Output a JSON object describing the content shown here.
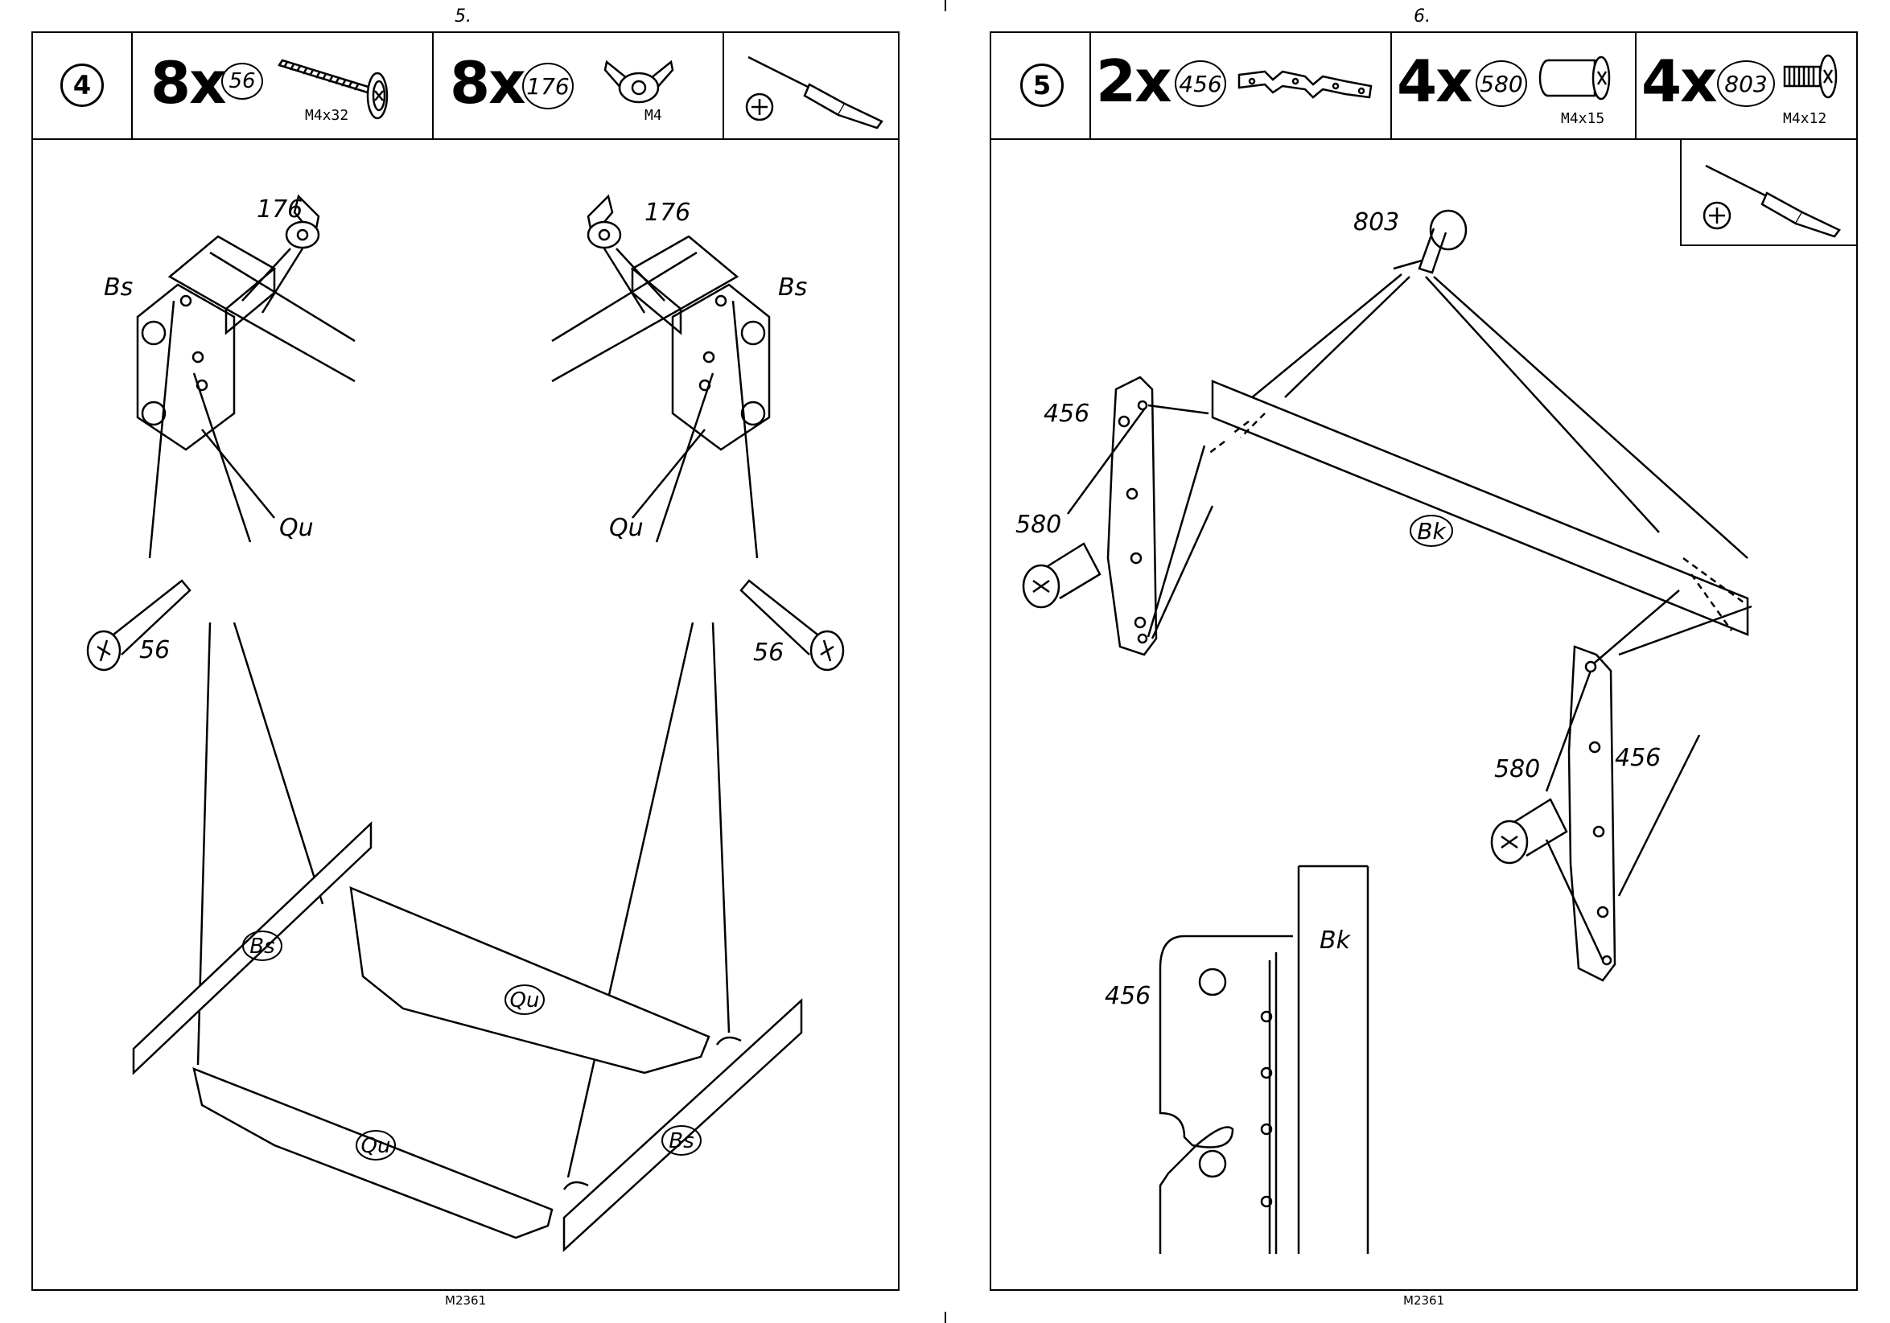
{
  "left": {
    "page_number": "5.",
    "step": "4",
    "parts": [
      {
        "qty": "8x",
        "id": "56",
        "spec": "M4x32"
      },
      {
        "qty": "8x",
        "id": "176",
        "spec": "M4"
      }
    ],
    "labels": {
      "wingnut_l": "176",
      "wingnut_r": "176",
      "bs_l": "Bs",
      "bs_r": "Bs",
      "qu_l": "Qu",
      "qu_r": "Qu",
      "bolt_l": "56",
      "bolt_r": "56",
      "bs_panel_back": "Bs",
      "bs_panel_front": "Bs",
      "qu_panel_back": "Qu",
      "qu_panel_front": "Qu"
    },
    "footer": "M2361"
  },
  "right": {
    "page_number": "6.",
    "step": "5",
    "parts": [
      {
        "qty": "2x",
        "id": "456",
        "spec": ""
      },
      {
        "qty": "4x",
        "id": "580",
        "spec": "M4x15"
      },
      {
        "qty": "4x",
        "id": "803",
        "spec": "M4x12"
      }
    ],
    "labels": {
      "screw_803": "803",
      "bracket_456_top": "456",
      "bolt_580_left": "580",
      "panel_bk": "Bk",
      "bolt_580_right": "580",
      "bracket_456_right": "456",
      "detail_456": "456",
      "detail_bk": "Bk"
    },
    "footer": "M2361"
  }
}
